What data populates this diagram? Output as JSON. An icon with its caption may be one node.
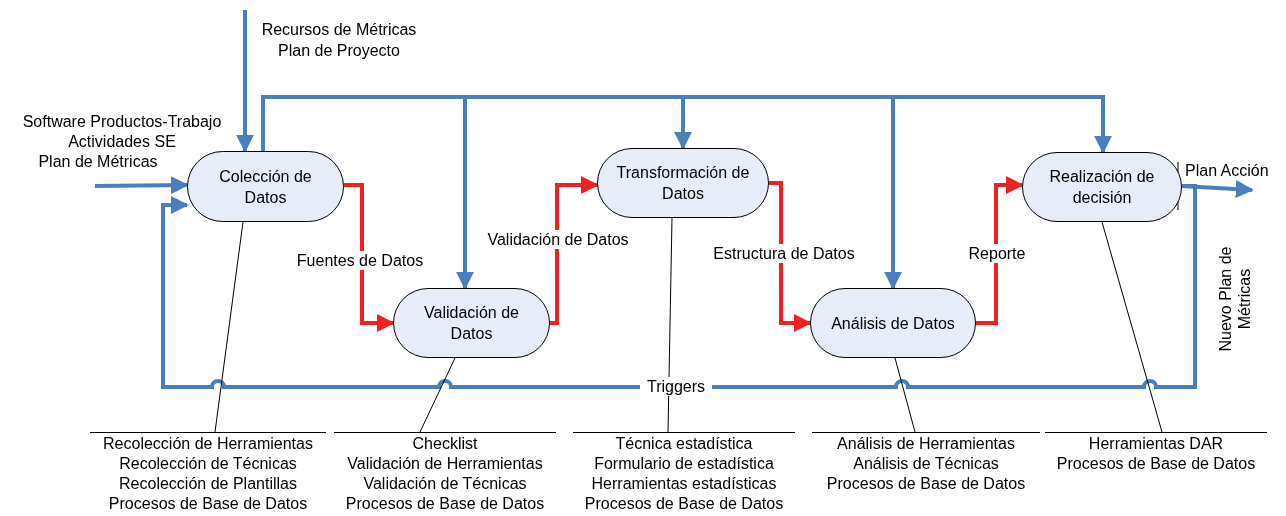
{
  "diagram": {
    "nodes": [
      {
        "text": [
          "Colección de Datos"
        ]
      },
      {
        "text": [
          "Validación de Datos"
        ]
      },
      {
        "text": [
          "Transformación de Datos"
        ]
      },
      {
        "text": [
          "Análisis de Datos"
        ]
      },
      {
        "text": [
          "Realización de decisión"
        ]
      },
      {
        "text": [
          "Recolección de Herramientas",
          "Recolección de Técnicas",
          "Recolección de Plantillas",
          "Procesos de Base de Datos"
        ]
      },
      {
        "text": [
          "Checklist",
          "Validación de Herramientas",
          "Validación de Técnicas",
          "Procesos de Base de Datos"
        ]
      },
      {
        "text": [
          "Técnica estadística",
          "Formulario de estadística",
          "Herramientas estadísticas",
          "Procesos de Base de Datos"
        ]
      },
      {
        "text": [
          "Análisis de Herramientas",
          "Análisis de Técnicas",
          "Procesos de Base de Datos"
        ]
      },
      {
        "text": [
          "Herramientas DAR",
          "Procesos de Base de Datos"
        ]
      }
    ],
    "edges": [
      {
        "from": null,
        "to": 0,
        "arrow": "to"
      },
      {
        "from": null,
        "to": 0,
        "arrow": "to"
      },
      {
        "from": 0,
        "to": 1,
        "arrow": "to",
        "label": "Fuentes de Datos",
        "color": "#ee2222"
      },
      {
        "from": 1,
        "to": 2,
        "arrow": "to",
        "label": "Validación de Datos",
        "color": "#ee2222"
      },
      {
        "from": 2,
        "to": 3,
        "arrow": "to",
        "label": "Estructura de Datos",
        "color": "#ee2222"
      },
      {
        "from": 3,
        "to": 4,
        "arrow": "to",
        "label": "Reporte",
        "color": "#ee2222"
      },
      {
        "from": 0,
        "to": 1,
        "arrow": "to"
      },
      {
        "from": 0,
        "to": 2,
        "arrow": "to"
      },
      {
        "from": 0,
        "to": 3,
        "arrow": "to"
      },
      {
        "from": 0,
        "to": 4,
        "arrow": "to"
      },
      {
        "from": 4,
        "to": null,
        "arrow": "to",
        "label": "Plan Acción"
      },
      {
        "from": 4,
        "to": 0,
        "arrow": "to",
        "label": "Triggers"
      },
      {
        "from": 5,
        "to": 0,
        "arrow": "none",
        "color": "#000000"
      },
      {
        "from": 6,
        "to": 1,
        "arrow": "none",
        "color": "#000000"
      },
      {
        "from": 7,
        "to": 2,
        "arrow": "none",
        "color": "#000000"
      },
      {
        "from": 8,
        "to": 3,
        "arrow": "none",
        "color": "#000000"
      },
      {
        "from": 9,
        "to": 4,
        "arrow": "none",
        "color": "#000000"
      }
    ],
    "labels": [
      "Recursos de Métricas",
      "Plan de Proyecto",
      "Software Productos-Trabajo",
      "Actividades SE",
      "Plan de Métricas",
      "Nuevo Plan de Métricas"
    ]
  }
}
